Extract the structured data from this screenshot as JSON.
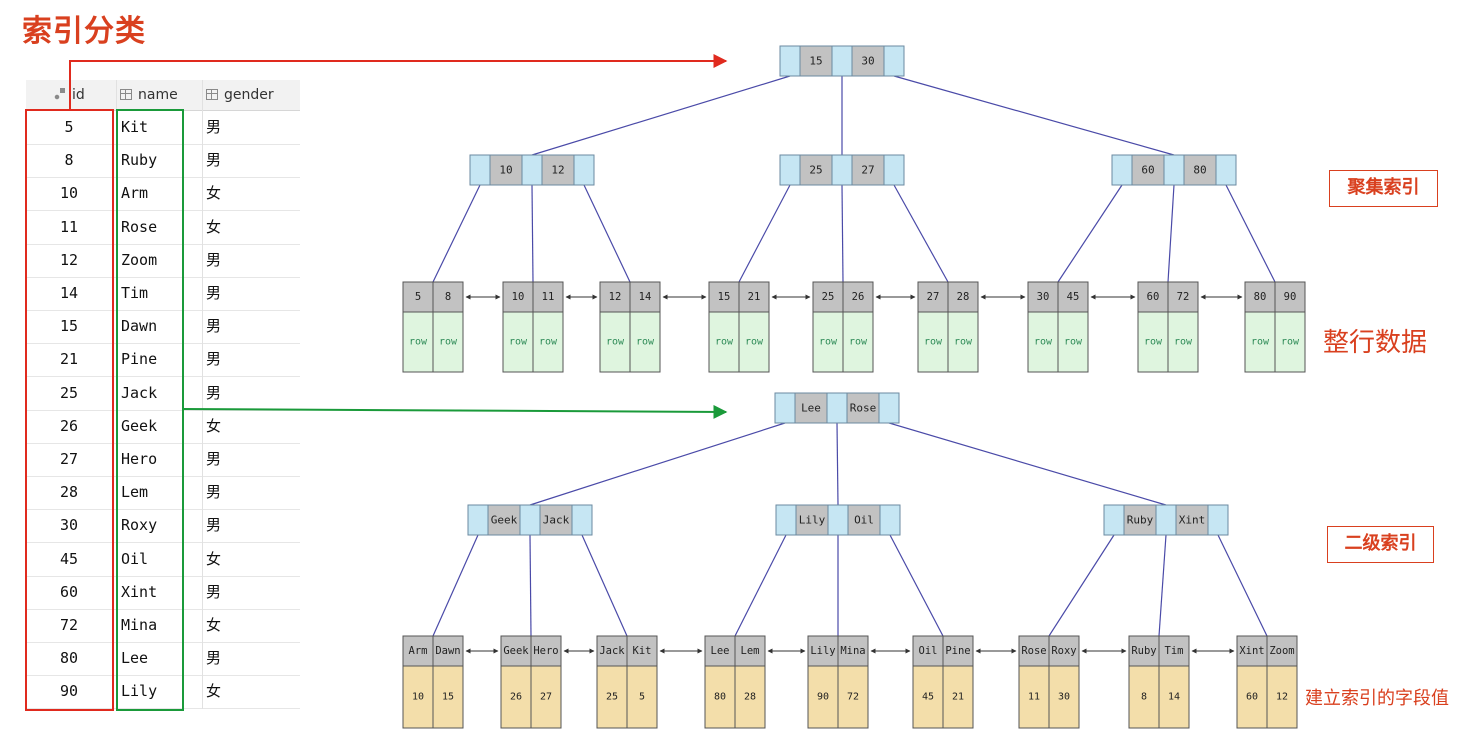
{
  "page": {
    "title": "索引分类"
  },
  "table": {
    "columns": [
      "id",
      "name",
      "gender"
    ],
    "rows": [
      {
        "id": "5",
        "name": "Kit",
        "gender": "男"
      },
      {
        "id": "8",
        "name": "Ruby",
        "gender": "男"
      },
      {
        "id": "10",
        "name": "Arm",
        "gender": "女"
      },
      {
        "id": "11",
        "name": "Rose",
        "gender": "女"
      },
      {
        "id": "12",
        "name": "Zoom",
        "gender": "男"
      },
      {
        "id": "14",
        "name": "Tim",
        "gender": "男"
      },
      {
        "id": "15",
        "name": "Dawn",
        "gender": "男"
      },
      {
        "id": "21",
        "name": "Pine",
        "gender": "男"
      },
      {
        "id": "25",
        "name": "Jack",
        "gender": "男"
      },
      {
        "id": "26",
        "name": "Geek",
        "gender": "女"
      },
      {
        "id": "27",
        "name": "Hero",
        "gender": "男"
      },
      {
        "id": "28",
        "name": "Lem",
        "gender": "男"
      },
      {
        "id": "30",
        "name": "Roxy",
        "gender": "男"
      },
      {
        "id": "45",
        "name": "Oil",
        "gender": "女"
      },
      {
        "id": "60",
        "name": "Xint",
        "gender": "男"
      },
      {
        "id": "72",
        "name": "Mina",
        "gender": "女"
      },
      {
        "id": "80",
        "name": "Lee",
        "gender": "男"
      },
      {
        "id": "90",
        "name": "Lily",
        "gender": "女"
      }
    ]
  },
  "labels": {
    "clustered": "聚集索引",
    "row_data": "整行数据",
    "secondary": "二级索引",
    "field_values": "建立索引的字段值"
  },
  "clustered_tree": {
    "root": [
      "15",
      "30"
    ],
    "internal": [
      [
        "10",
        "12"
      ],
      [
        "25",
        "27"
      ],
      [
        "60",
        "80"
      ]
    ],
    "leaves": [
      [
        "5",
        "8"
      ],
      [
        "10",
        "11"
      ],
      [
        "12",
        "14"
      ],
      [
        "15",
        "21"
      ],
      [
        "25",
        "26"
      ],
      [
        "27",
        "28"
      ],
      [
        "30",
        "45"
      ],
      [
        "60",
        "72"
      ],
      [
        "80",
        "90"
      ]
    ],
    "row_label": "row"
  },
  "secondary_tree": {
    "root": [
      "Lee",
      "Rose"
    ],
    "internal": [
      [
        "Geek",
        "Jack"
      ],
      [
        "Lily",
        "Oil"
      ],
      [
        "Ruby",
        "Xint"
      ]
    ],
    "leaves": [
      {
        "keys": [
          "Arm",
          "Dawn"
        ],
        "ids": [
          "10",
          "15"
        ]
      },
      {
        "keys": [
          "Geek",
          "Hero"
        ],
        "ids": [
          "26",
          "27"
        ]
      },
      {
        "keys": [
          "Jack",
          "Kit"
        ],
        "ids": [
          "25",
          "5"
        ]
      },
      {
        "keys": [
          "Lee",
          "Lem"
        ],
        "ids": [
          "80",
          "28"
        ]
      },
      {
        "keys": [
          "Lily",
          "Mina"
        ],
        "ids": [
          "90",
          "72"
        ]
      },
      {
        "keys": [
          "Oil",
          "Pine"
        ],
        "ids": [
          "45",
          "21"
        ]
      },
      {
        "keys": [
          "Rose",
          "Roxy"
        ],
        "ids": [
          "11",
          "30"
        ]
      },
      {
        "keys": [
          "Ruby",
          "Tim"
        ],
        "ids": [
          "8",
          "14"
        ]
      },
      {
        "keys": [
          "Xint",
          "Zoom"
        ],
        "ids": [
          "60",
          "12"
        ]
      }
    ]
  },
  "colors": {
    "title": "#d9401f",
    "id_highlight": "#e02a1e",
    "name_highlight": "#1a9a3a",
    "pointer_cell": "#c6e6f3",
    "key_cell": "#c2c2c2",
    "row_cell": "#dff5df",
    "value_cell": "#f3deaa",
    "edge": "#4a4aa8"
  }
}
